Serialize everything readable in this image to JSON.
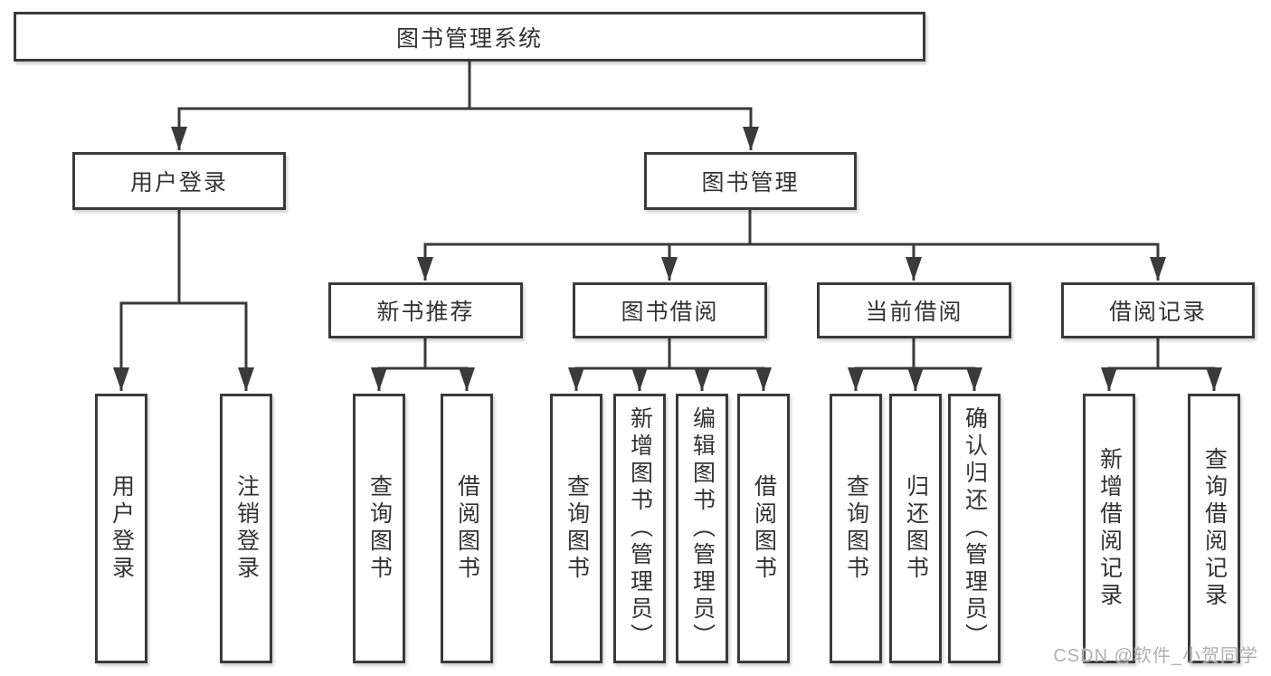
{
  "diagram": {
    "root": {
      "label": "图书管理系统"
    },
    "branches": [
      {
        "label": "用户登录",
        "children": [
          {
            "label": "用户登录"
          },
          {
            "label": "注销登录"
          }
        ]
      },
      {
        "label": "图书管理",
        "children": [
          {
            "label": "新书推荐",
            "children": [
              {
                "label": "查询图书"
              },
              {
                "label": "借阅图书"
              }
            ]
          },
          {
            "label": "图书借阅",
            "children": [
              {
                "label": "查询图书"
              },
              {
                "label": "新增图书（管理员）"
              },
              {
                "label": "编辑图书（管理员）"
              },
              {
                "label": "借阅图书"
              }
            ]
          },
          {
            "label": "当前借阅",
            "children": [
              {
                "label": "查询图书"
              },
              {
                "label": "归还图书"
              },
              {
                "label": "确认归还（管理员）"
              }
            ]
          },
          {
            "label": "借阅记录",
            "children": [
              {
                "label": "新增借阅记录"
              },
              {
                "label": "查询借阅记录"
              }
            ]
          }
        ]
      }
    ]
  },
  "watermark": {
    "text": "CSDN @软件_小贺同学"
  },
  "colors": {
    "line": "#3a3a3a",
    "box_border": "#3a3a3a",
    "text": "#333333",
    "watermark": "#b0b0b0",
    "background": "#ffffff"
  }
}
